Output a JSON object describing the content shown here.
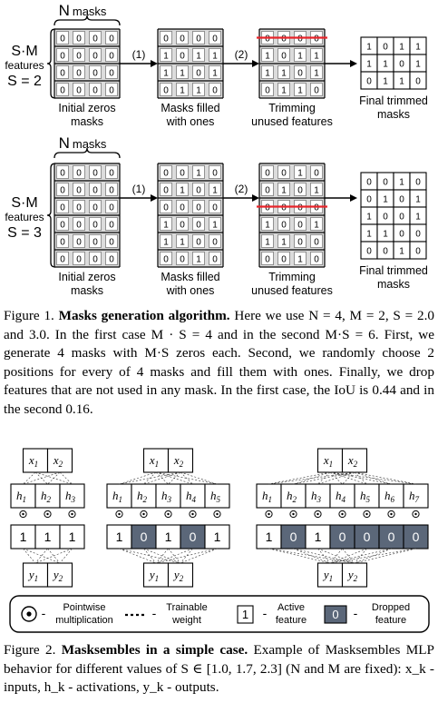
{
  "figure1": {
    "rows": [
      {
        "n_masks_label": "N masks",
        "n_label": "N",
        "masks_label": "masks",
        "sm_label": "S·M",
        "features_label": "features",
        "s_value_label": "S = 2",
        "grid1": [
          [
            0,
            0,
            0,
            0
          ],
          [
            0,
            0,
            0,
            0
          ],
          [
            0,
            0,
            0,
            0
          ],
          [
            0,
            0,
            0,
            0
          ]
        ],
        "grid2": [
          [
            0,
            0,
            0,
            0
          ],
          [
            1,
            0,
            1,
            1
          ],
          [
            1,
            1,
            0,
            1
          ],
          [
            0,
            1,
            1,
            0
          ]
        ],
        "grid3": [
          [
            0,
            0,
            0,
            0
          ],
          [
            1,
            0,
            1,
            1
          ],
          [
            1,
            1,
            0,
            1
          ],
          [
            0,
            1,
            1,
            0
          ]
        ],
        "grid3_struck": [
          0
        ],
        "grid4": [
          [
            1,
            0,
            1,
            1
          ],
          [
            1,
            1,
            0,
            1
          ],
          [
            0,
            1,
            1,
            0
          ]
        ],
        "step1": "(1)",
        "step2": "(2)",
        "cap1": [
          "Initial zeros",
          "masks"
        ],
        "cap2": [
          "Masks filled",
          "with ones"
        ],
        "cap3": [
          "Trimming",
          "unused features"
        ],
        "cap4": [
          "Final trimmed",
          "masks"
        ]
      },
      {
        "n_masks_label": "N masks",
        "n_label": "N",
        "masks_label": "masks",
        "sm_label": "S·M",
        "features_label": "features",
        "s_value_label": "S = 3",
        "grid1": [
          [
            0,
            0,
            0,
            0
          ],
          [
            0,
            0,
            0,
            0
          ],
          [
            0,
            0,
            0,
            0
          ],
          [
            0,
            0,
            0,
            0
          ],
          [
            0,
            0,
            0,
            0
          ],
          [
            0,
            0,
            0,
            0
          ]
        ],
        "grid2": [
          [
            0,
            0,
            1,
            0
          ],
          [
            0,
            1,
            0,
            1
          ],
          [
            0,
            0,
            0,
            0
          ],
          [
            1,
            0,
            0,
            1
          ],
          [
            1,
            1,
            0,
            0
          ],
          [
            0,
            0,
            1,
            0
          ]
        ],
        "grid3": [
          [
            0,
            0,
            1,
            0
          ],
          [
            0,
            1,
            0,
            1
          ],
          [
            0,
            0,
            0,
            0
          ],
          [
            1,
            0,
            0,
            1
          ],
          [
            1,
            1,
            0,
            0
          ],
          [
            0,
            0,
            1,
            0
          ]
        ],
        "grid3_struck": [
          2
        ],
        "grid4": [
          [
            0,
            0,
            1,
            0
          ],
          [
            0,
            1,
            0,
            1
          ],
          [
            1,
            0,
            0,
            1
          ],
          [
            1,
            1,
            0,
            0
          ],
          [
            0,
            0,
            1,
            0
          ]
        ],
        "step1": "(1)",
        "step2": "(2)",
        "cap1": [
          "Initial zeros",
          "masks"
        ],
        "cap2": [
          "Masks filled",
          "with ones"
        ],
        "cap3": [
          "Trimming",
          "unused features"
        ],
        "cap4": [
          "Final trimmed",
          "masks"
        ]
      }
    ],
    "caption": {
      "label": "Figure 1.",
      "title": "Masks generation algorithm.",
      "body": "Here we use N = 4, M = 2, S = 2.0 and 3.0. In the first case M · S = 4 and in the second M·S = 6. First, we generate 4 masks with M·S zeros each. Second, we randomly choose 2 positions for every of 4 masks and fill them with ones. Finally, we drop features that are not used in any mask. In the first case, the IoU is 0.44 and in the second 0.16."
    }
  },
  "figure2": {
    "inputs": [
      "x1",
      "x2"
    ],
    "outputs": [
      "y1",
      "y2"
    ],
    "panels": [
      {
        "hidden": [
          "h1",
          "h2",
          "h3"
        ],
        "mask": [
          1,
          1,
          1
        ]
      },
      {
        "hidden": [
          "h1",
          "h2",
          "h3",
          "h4",
          "h5"
        ],
        "mask": [
          1,
          0,
          1,
          0,
          1
        ]
      },
      {
        "hidden": [
          "h1",
          "h2",
          "h3",
          "h4",
          "h5",
          "h6",
          "h7"
        ],
        "mask": [
          1,
          0,
          1,
          0,
          0,
          0,
          0
        ]
      }
    ],
    "legend": {
      "pointwise": [
        "Pointwise",
        "multiplication"
      ],
      "trainable": [
        "Trainable",
        "weight"
      ],
      "active_symbol": "1",
      "active": [
        "Active",
        "feature"
      ],
      "dropped_symbol": "0",
      "dropped": [
        "Dropped",
        "feature"
      ],
      "dash": "-"
    },
    "caption": {
      "label": "Figure 2.",
      "title": "Masksembles in a simple case.",
      "body": "Example of Masksembles MLP behavior for different values of S ∈ [1.0, 1.7, 2.3] (N and M are fixed): x_k - inputs, h_k - activations, y_k - outputs."
    }
  },
  "colors": {
    "grid_fill": "#dcdcdc",
    "strike": "#e8242a",
    "dropped_fill": "#5b6779",
    "ink": "#000000"
  }
}
